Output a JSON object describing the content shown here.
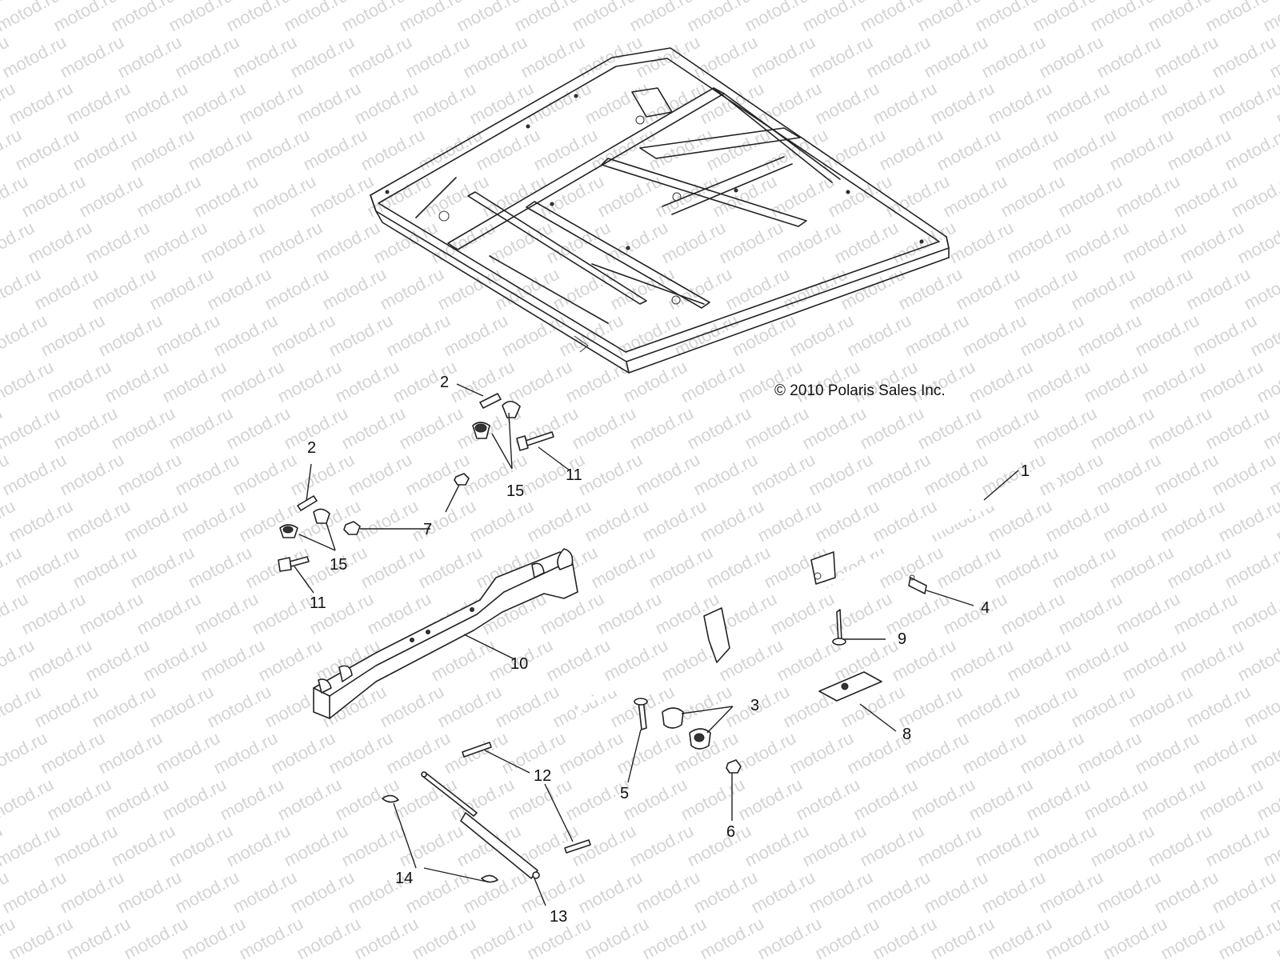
{
  "watermark": "motod.ru",
  "copyright": "© 2010 Polaris Sales Inc.",
  "callouts": {
    "n1": "1",
    "n2a": "2",
    "n2b": "2",
    "n3": "3",
    "n4": "4",
    "n5": "5",
    "n6": "6",
    "n7": "7",
    "n8": "8",
    "n9": "9",
    "n10": "10",
    "n11a": "11",
    "n11b": "11",
    "n12": "12",
    "n13": "13",
    "n14": "14",
    "n15a": "15",
    "n15b": "15"
  },
  "colors": {
    "line": "#222222",
    "watermark": "#d4d4d4",
    "background": "#ffffff"
  }
}
